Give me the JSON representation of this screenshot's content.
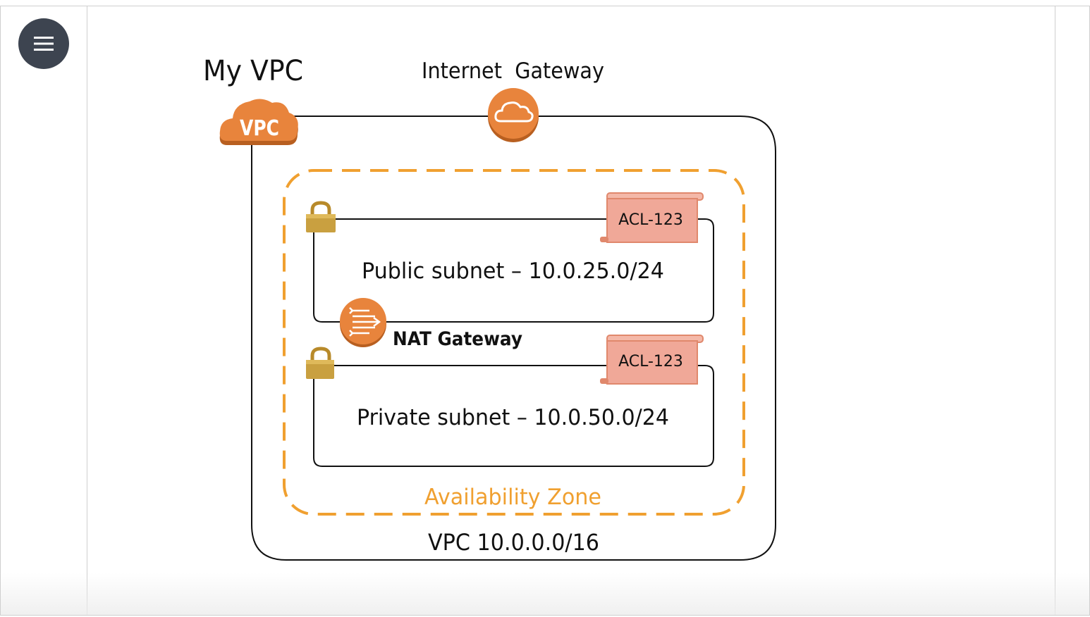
{
  "menu": {
    "icon": "hamburger-menu-icon"
  },
  "diagram": {
    "vpc_title": "My VPC",
    "vpc_badge": "VPC",
    "internet_gateway_label": "Internet  Gateway",
    "public_subnet_label": "Public subnet – 10.0.25.0/24",
    "private_subnet_label": "Private subnet – 10.0.50.0/24",
    "acl_public": "ACL-123",
    "acl_private": "ACL-123",
    "nat_gateway_label": "NAT Gateway",
    "availability_zone_label": "Availability Zone",
    "vpc_cidr_label": "VPC 10.0.0.0/16"
  },
  "colors": {
    "aws_orange": "#e8843c",
    "az_dash": "#f0a030",
    "acl_fill": "#f0a898",
    "lock_gold": "#c9a040",
    "menu_bg": "#3d4450"
  }
}
